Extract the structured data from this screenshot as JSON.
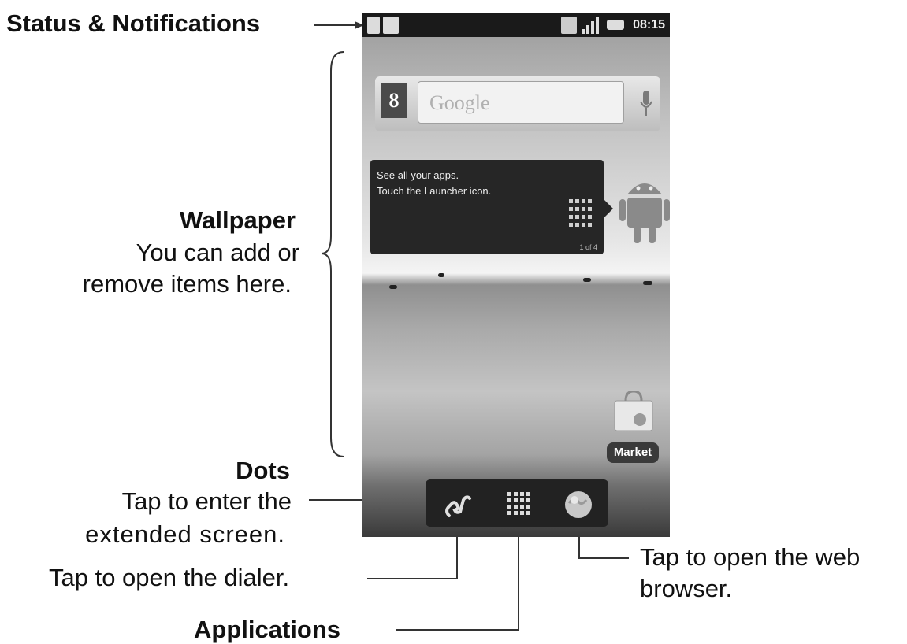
{
  "labels": {
    "status": "Status & Notifications",
    "wallpaper_title": "Wallpaper",
    "wallpaper_line1": "You can add or",
    "wallpaper_line2": "remove items here.",
    "dots_title": "Dots",
    "dots_line1": "Tap to enter the",
    "dots_line2": "extended screen.",
    "dialer": "Tap to open the dialer.",
    "browser_line1": "Tap to open the web",
    "browser_line2": "browser.",
    "applications": "Applications"
  },
  "phone": {
    "status_bar": {
      "time": "08:15"
    },
    "search_widget": {
      "logo": "8",
      "placeholder": "Google"
    },
    "tip": {
      "text": "See all your apps.\nTouch the Launcher icon.",
      "page": "1 of 4"
    },
    "market_label": "Market",
    "dots_left": "··",
    "dots_right": "··"
  },
  "icons": {
    "status_usb": "usb-icon",
    "status_notification": "notification-icon",
    "status_data": "data-icon",
    "status_signal": "signal-icon",
    "status_battery": "battery-icon",
    "search_mic": "microphone-icon",
    "tip_grid": "launcher-grid-icon",
    "android": "android-robot-icon",
    "market": "market-bag-icon",
    "dialer": "phone-icon",
    "apps": "apps-grid-icon",
    "browser": "globe-icon"
  }
}
